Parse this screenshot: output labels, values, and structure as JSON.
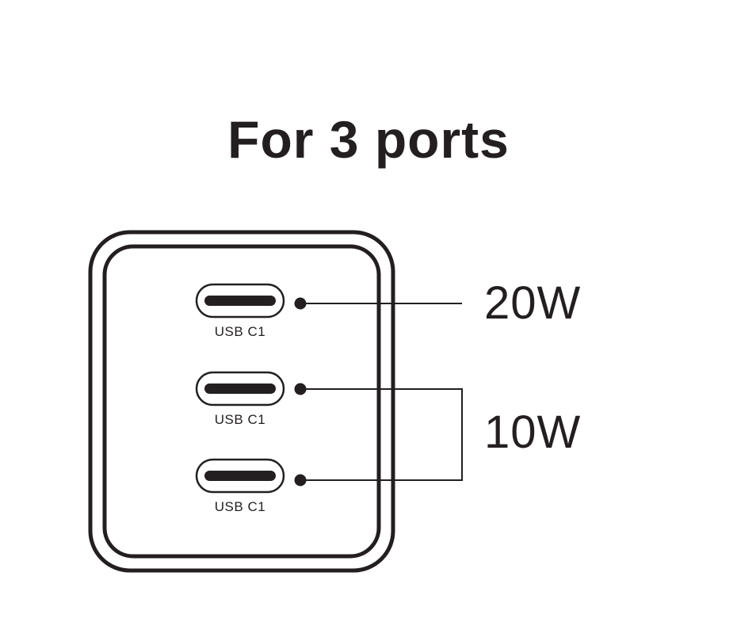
{
  "title": "For 3 ports",
  "ports": [
    {
      "label": "USB C1"
    },
    {
      "label": "USB C1"
    },
    {
      "label": "USB C1"
    }
  ],
  "outputs": [
    {
      "label": "20W",
      "ports": [
        0
      ]
    },
    {
      "label": "10W",
      "ports": [
        1,
        2
      ]
    }
  ],
  "colors": {
    "ink": "#231f20",
    "background": "#ffffff"
  }
}
